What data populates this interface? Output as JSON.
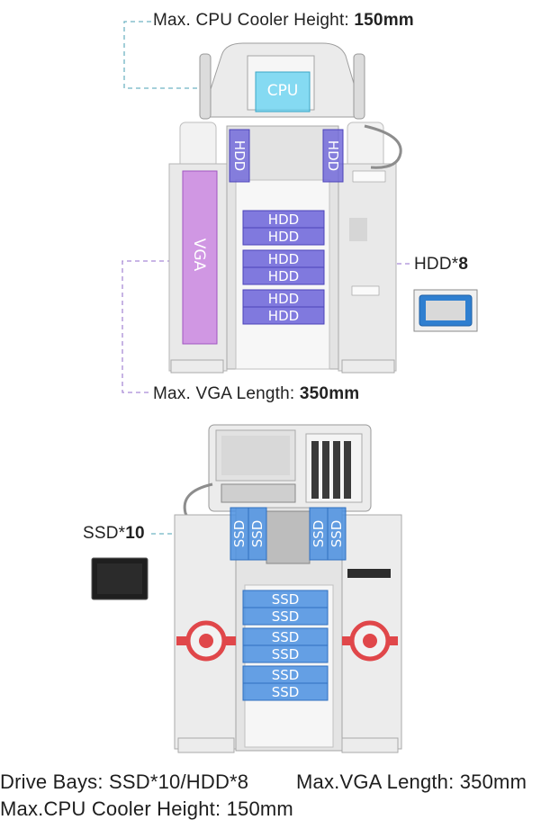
{
  "top": {
    "cpu_cooler_callout": {
      "label": "Max. CPU Cooler Height:",
      "value": "150mm"
    },
    "hdd_callout": {
      "label": "HDD*",
      "value": "8"
    },
    "vga_callout": {
      "label": "Max. VGA Length:",
      "value": "350mm"
    },
    "cpu_label": "CPU",
    "vga_label": "VGA",
    "hdd_bay_label": "HDD"
  },
  "bottom": {
    "ssd_callout": {
      "label": "SSD*",
      "value": "10"
    },
    "ssd_bay_label": "SSD"
  },
  "footer": {
    "line1_a": "Drive Bays: SSD*10/HDD*8",
    "line1_b": "Max.VGA Length: 350mm",
    "line2": "Max.CPU Cooler Height: 150mm"
  },
  "colors": {
    "hdd_overlay": "#6b63d9",
    "vga_overlay": "#c77be0",
    "cpu_overlay": "#5fd0f0",
    "ssd_overlay": "#4a8fe0",
    "fan_red": "#e0474a",
    "dashed_teal": "#6fb3c4",
    "dashed_purple": "#a98bd6"
  }
}
